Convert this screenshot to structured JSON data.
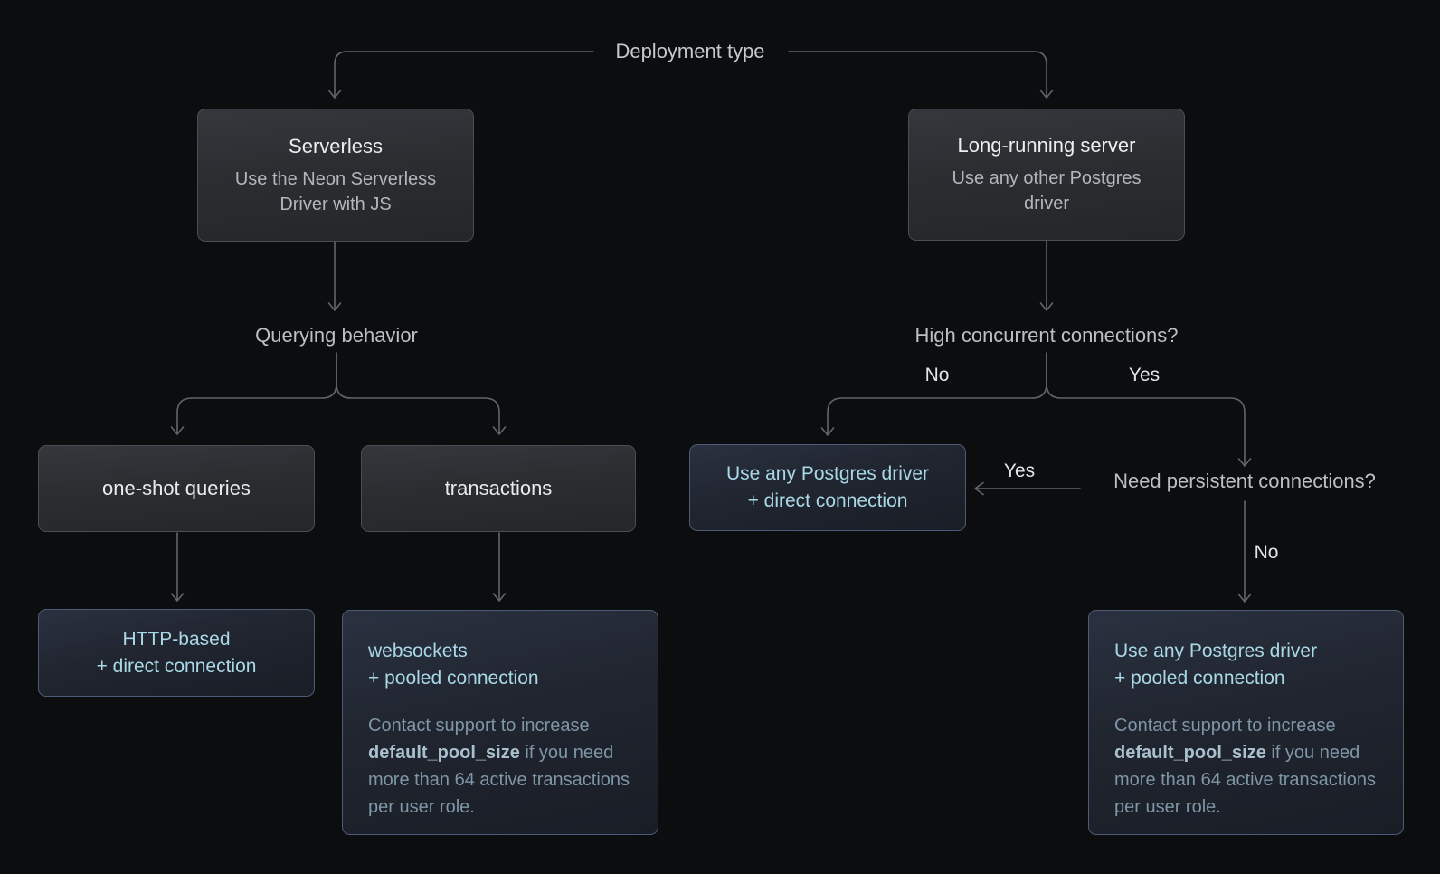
{
  "root": {
    "label": "Deployment type"
  },
  "branches": {
    "querying_behavior": "Querying behavior",
    "high_concurrent": "High concurrent connections?",
    "need_persistent": "Need persistent connections?"
  },
  "edge_labels": {
    "high_no": "No",
    "high_yes": "Yes",
    "persistent_yes": "Yes",
    "persistent_no": "No"
  },
  "nodes": {
    "serverless": {
      "title": "Serverless",
      "subtitle": "Use the Neon Serverless Driver with JS"
    },
    "long_running": {
      "title": "Long-running server",
      "subtitle": "Use any other Postgres driver"
    },
    "one_shot": {
      "label": "one-shot queries"
    },
    "transactions": {
      "label": "transactions"
    },
    "http_direct": {
      "line1": "HTTP-based",
      "line2": "+ direct connection"
    },
    "websockets_pooled": {
      "line1": "websockets",
      "line2": "+ pooled connection",
      "note_prefix": "Contact support to increase ",
      "note_code": "default_pool_size",
      "note_suffix": " if you need more than 64 active transactions per user role."
    },
    "any_driver_direct": {
      "line1": "Use any Postgres driver",
      "line2": "+ direct connection"
    },
    "any_driver_pooled": {
      "line1": "Use any Postgres driver",
      "line2": "+ pooled connection",
      "note_prefix": "Contact support to increase ",
      "note_code": "default_pool_size",
      "note_suffix": " if you need more than 64 active transactions per user role."
    }
  },
  "colors": {
    "background": "#0c0d0f",
    "connector_line": "#62656c",
    "gray_box_border": "#4b4d53",
    "blue_box_border": "#4e5b76",
    "teal_accent_text": "#a9d8e6",
    "note_text": "#7e96a5",
    "note_bold_text": "#a9c0cd"
  }
}
